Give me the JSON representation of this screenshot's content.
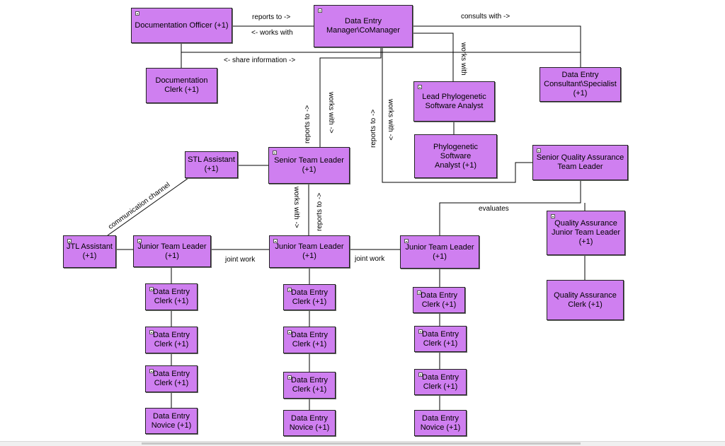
{
  "nodes": {
    "doc_officer": "Documentation Officer (+1)",
    "de_manager_l1": "Data Entry",
    "de_manager_l2": "Manager\\CoManager",
    "doc_clerk_l1": "Documentation",
    "doc_clerk_l2": "Clerk (+1)",
    "de_consultant_l1": "Data Entry",
    "de_consultant_l2": "Consultant\\Specialist",
    "de_consultant_l3": "(+1)",
    "lead_phylo_l1": "Lead Phylogenetic",
    "lead_phylo_l2": "Software Analyst",
    "phylo_analyst_l1": "Phylogenetic Software",
    "phylo_analyst_l2": "Analyst (+1)",
    "stl_assistant_l1": "STL Assistant",
    "stl_assistant_l2": "(+1)",
    "senior_tl_l1": "Senior Team Leader",
    "senior_tl_l2": "(+1)",
    "sqa_tl_l1": "Senior Quality Assurance",
    "sqa_tl_l2": "Team Leader",
    "jtl_assistant_l1": "JTL Assistant",
    "jtl_assistant_l2": "(+1)",
    "jtl_left_l1": "Junior Team Leader",
    "jtl_left_l2": "(+1)",
    "jtl_mid_l1": "Junior Team Leader",
    "jtl_mid_l2": "(+1)",
    "jtl_right_l1": "Junior Team Leader",
    "jtl_right_l2": "(+1)",
    "qa_jtl_l1": "Quality Assurance",
    "qa_jtl_l2": "Junior Team Leader",
    "qa_jtl_l3": "(+1)",
    "qa_clerk_l1": "Quality Assurance",
    "qa_clerk_l2": "Clerk (+1)",
    "dec_l1": "Data Entry",
    "dec_l2": "Clerk (+1)",
    "den_l1": "Data Entry",
    "den_l2": "Novice (+1)"
  },
  "edge_labels": {
    "reports_to_top": "reports to ->",
    "works_with_top": "<- works with",
    "consults_with": "consults with ->",
    "share_information": "<- share information ->",
    "works_with_phylo": "works with",
    "reports_to_stl": "reports to ->",
    "works_with_stl": "works with ->",
    "reports_to_mgr": "reports to ->",
    "works_with_mgr": "works with ->",
    "communication_channel": "communication channel",
    "works_with_jtl": "works with ->",
    "reports_to_jtl": "reports to ->",
    "evaluates": "evaluates",
    "joint_work_left": "joint work",
    "joint_work_right": "joint work"
  },
  "colors": {
    "node_fill": "#cf7ff0",
    "node_border": "#222222",
    "line": "#000000"
  }
}
